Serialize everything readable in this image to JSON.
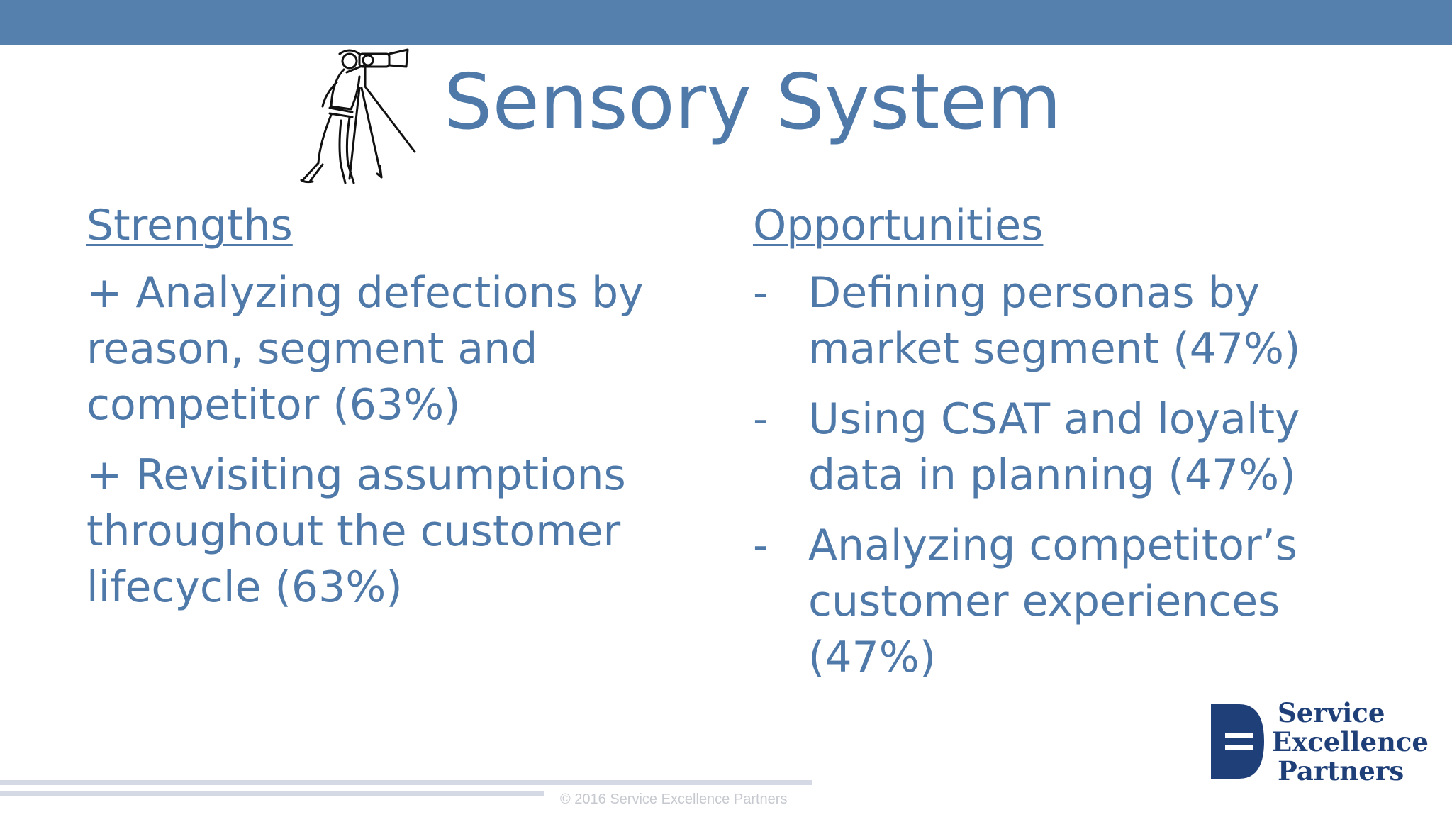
{
  "slide": {
    "title": "Sensory System",
    "accent_color": "#5580ad",
    "text_color": "#4f79a8"
  },
  "strengths": {
    "heading": "Strengths",
    "items": [
      "+ Analyzing defections by reason, segment and competitor (63%)",
      "+ Revisiting assumptions throughout the customer lifecycle (63%)"
    ]
  },
  "opportunities": {
    "heading": "Opportunities",
    "bullet": "-",
    "items": [
      "Defining personas by market segment (47%)",
      "Using CSAT and loyalty data in planning (47%)",
      "Analyzing competitor’s customer experiences (47%)"
    ]
  },
  "logo": {
    "icon": "surveyor-illustration",
    "lines": [
      "Service",
      "Excellence",
      "Partners"
    ],
    "color": "#1f3f78"
  },
  "footer": {
    "copyright": "© 2016 Service Excellence Partners"
  }
}
